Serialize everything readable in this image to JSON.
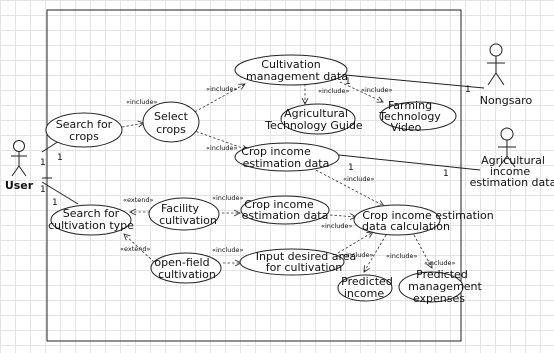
{
  "actors": {
    "user": "User",
    "nongsaro": "Nongsaro",
    "agri_income": [
      "Agricultural",
      "income",
      "estimation data"
    ]
  },
  "use_cases": {
    "search_crops": [
      "Search  for",
      "crops"
    ],
    "select_crops": [
      "Select",
      "crops"
    ],
    "cultivation_mgmt": [
      "Cultivation",
      "management data"
    ],
    "tech_guide": [
      "Agricultural",
      "Technology Guide"
    ],
    "farming_video": [
      "Farming",
      "Technology",
      "Video"
    ],
    "crop_income_est_top": [
      "Crop income",
      "estimation data"
    ],
    "search_cult_type": [
      "Search  for",
      "cultivation type"
    ],
    "facility_cult": [
      "Facility",
      "cultivation"
    ],
    "crop_income_est_mid": [
      "Crop income",
      "estimation data"
    ],
    "crop_income_calc": [
      "Crop income   estimation",
      "data calculation"
    ],
    "open_field": [
      "open-field",
      "cultivation"
    ],
    "input_area": [
      "Input desired area",
      "for cultivation"
    ],
    "predicted_income": [
      "Predicted",
      "income"
    ],
    "predicted_expenses": [
      "Predicted",
      "management",
      "expenses"
    ]
  },
  "stereotypes": {
    "include": "«include»",
    "extend": "«extend»"
  },
  "multiplicities": {
    "one": "1"
  }
}
